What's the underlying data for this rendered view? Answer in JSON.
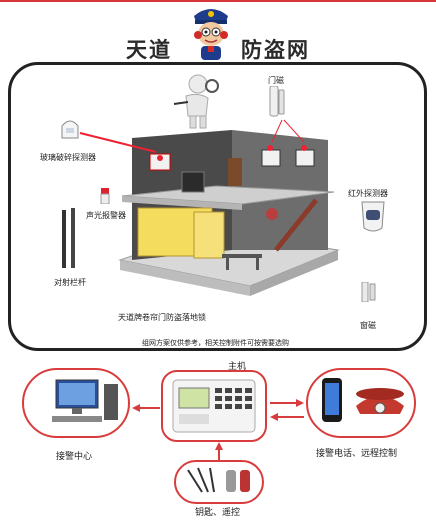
{
  "header": {
    "brand": "天道",
    "product": "防盗网"
  },
  "labels": {
    "door_magnet": "门磁",
    "glass_break": "玻璃破碎探测器",
    "infrared": "红外探测器",
    "strobe_siren": "声光报警器",
    "beam": "对射栏杆",
    "window_magnet": "窗磁",
    "shutter_detector": "天道牌卷帘门防盗落地锁"
  },
  "caption": "组网方案仅供参考，相关控制附件可按需要选购",
  "host": "主机",
  "alarm_center": "接警中心",
  "phone_remote": "接警电话、远程控制",
  "keys_remote": "钥匙、遥控",
  "colors": {
    "accent_red": "#d93c3c",
    "frame": "#222222"
  }
}
